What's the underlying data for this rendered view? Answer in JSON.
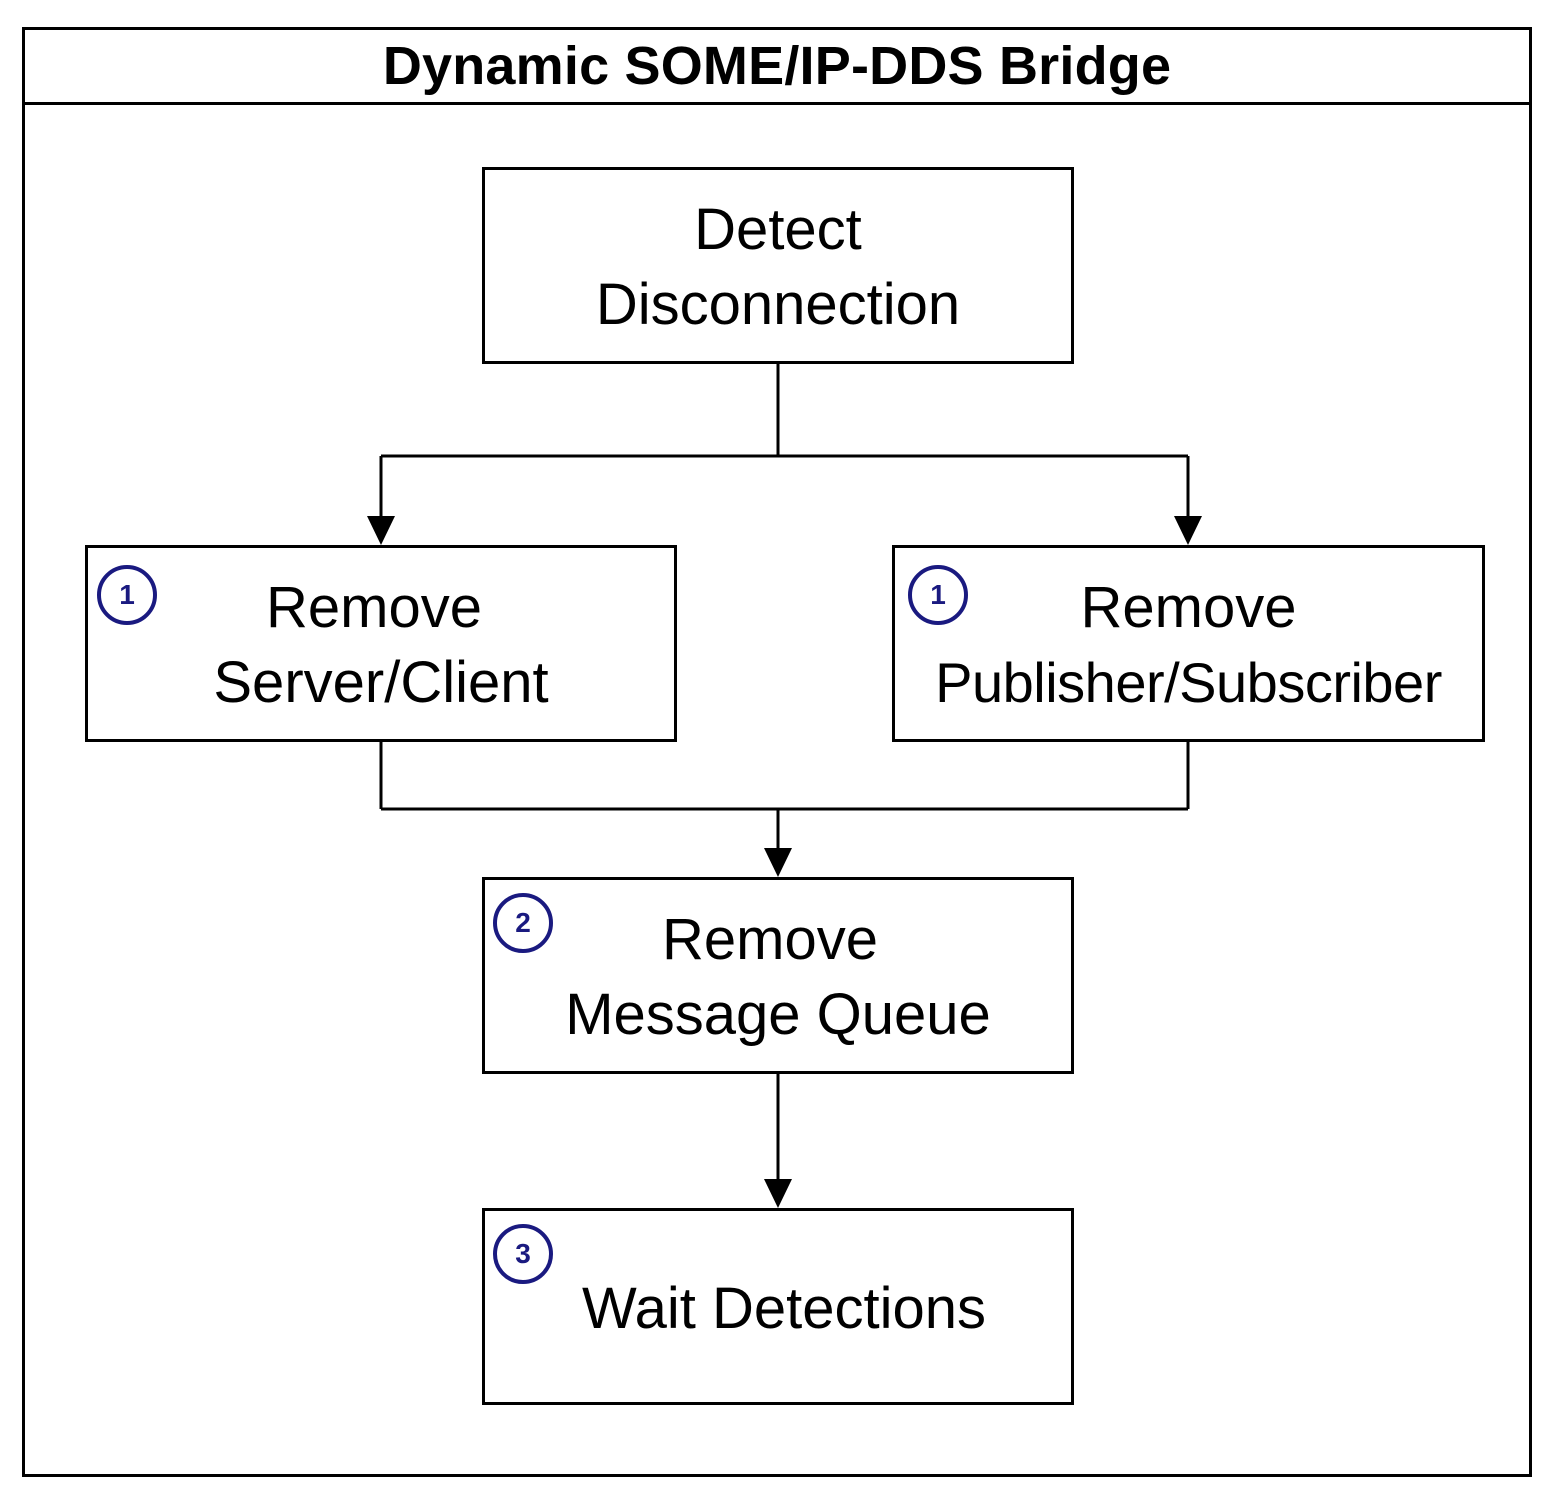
{
  "title": "Dynamic SOME/IP-DDS Bridge",
  "nodes": {
    "detect": {
      "line1": "Detect",
      "line2": "Disconnection"
    },
    "server_client": {
      "step": "1",
      "line1": "Remove",
      "line2": "Server/Client"
    },
    "pub_sub": {
      "step": "1",
      "line1": "Remove",
      "line2": "Publisher/Subscriber"
    },
    "message_queue": {
      "step": "2",
      "line1": "Remove",
      "line2": "Message Queue"
    },
    "wait": {
      "step": "3",
      "line1": "Wait Detections"
    }
  },
  "colors": {
    "stroke": "#000000",
    "badge": "#1a1a80",
    "background": "#ffffff"
  }
}
